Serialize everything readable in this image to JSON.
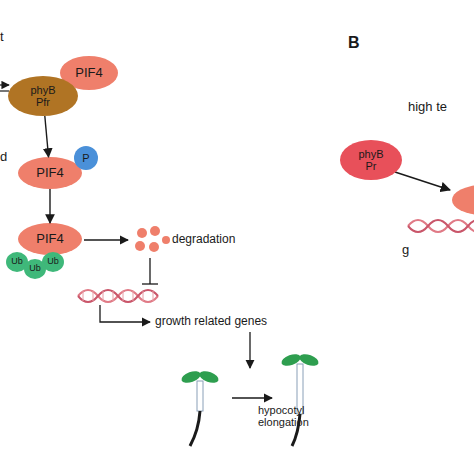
{
  "diagram": {
    "nodes": [
      {
        "text": [
          "PIF4"
        ]
      },
      {
        "text": [
          "phyB Pfr"
        ]
      },
      {
        "text": [
          "PIF4"
        ]
      },
      {
        "text": [
          "P"
        ]
      },
      {
        "text": [
          "PIF4"
        ]
      },
      {
        "text": [
          "Ub"
        ]
      },
      {
        "text": [
          "Ub"
        ]
      },
      {
        "text": [
          "Ub"
        ]
      },
      {
        "text": [
          "phyB Pr"
        ]
      }
    ],
    "edges": [
      {
        "from": 1,
        "to": 2,
        "arrow": "to"
      },
      {
        "from": 2,
        "to": 4,
        "arrow": "to"
      }
    ],
    "labels": [
      "t",
      "d",
      "degradation",
      "growth related genes",
      "hypocotyl elongation",
      "B",
      "high te",
      "g"
    ]
  }
}
